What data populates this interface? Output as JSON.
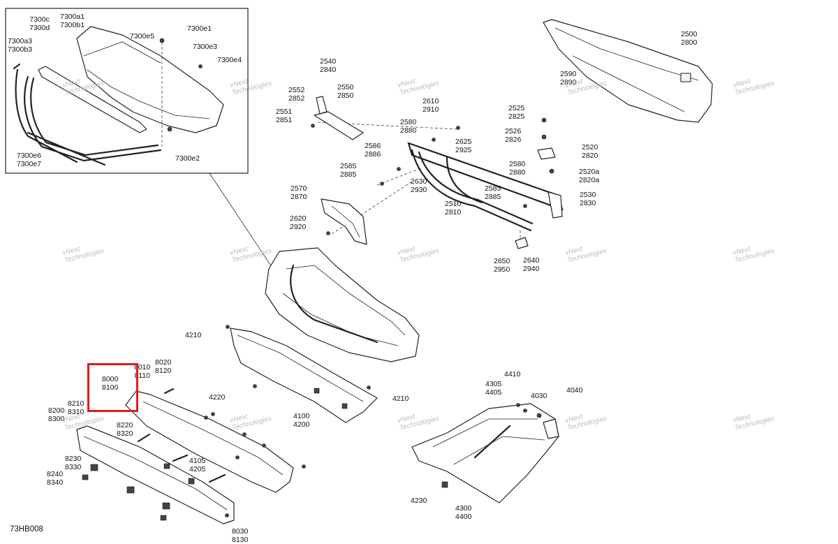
{
  "diagram_code": "73HB008",
  "callouts": [
    {
      "id": "c-7300c",
      "lines": [
        "7300c",
        "7300d"
      ]
    },
    {
      "id": "c-7300a1",
      "lines": [
        "7300a1",
        "7300b1"
      ]
    },
    {
      "id": "c-7300e5",
      "lines": [
        "7300e5"
      ]
    },
    {
      "id": "c-7300e1",
      "lines": [
        "7300e1"
      ]
    },
    {
      "id": "c-7300e3",
      "lines": [
        "7300e3"
      ]
    },
    {
      "id": "c-7300e4",
      "lines": [
        "7300e4"
      ]
    },
    {
      "id": "c-7300a3",
      "lines": [
        "7300a3",
        "7300b3"
      ]
    },
    {
      "id": "c-7300e6",
      "lines": [
        "7300e6",
        "7300e7"
      ]
    },
    {
      "id": "c-7300e2",
      "lines": [
        "7300e2"
      ]
    },
    {
      "id": "c-2540",
      "lines": [
        "2540",
        "2840"
      ]
    },
    {
      "id": "c-2552",
      "lines": [
        "2552",
        "2852"
      ]
    },
    {
      "id": "c-2550",
      "lines": [
        "2550",
        "2850"
      ]
    },
    {
      "id": "c-2551",
      "lines": [
        "2551",
        "2851"
      ]
    },
    {
      "id": "c-2610",
      "lines": [
        "2610",
        "2910"
      ]
    },
    {
      "id": "c-2580a",
      "lines": [
        "2580",
        "2880"
      ]
    },
    {
      "id": "c-2586",
      "lines": [
        "2586",
        "2886"
      ]
    },
    {
      "id": "c-2625",
      "lines": [
        "2625",
        "2925"
      ]
    },
    {
      "id": "c-2585a",
      "lines": [
        "2585",
        "2885"
      ]
    },
    {
      "id": "c-2630",
      "lines": [
        "2630",
        "2930"
      ]
    },
    {
      "id": "c-2570",
      "lines": [
        "2570",
        "2870"
      ]
    },
    {
      "id": "c-2510",
      "lines": [
        "2510",
        "2810"
      ]
    },
    {
      "id": "c-2585b",
      "lines": [
        "2585",
        "2885"
      ]
    },
    {
      "id": "c-2620",
      "lines": [
        "2620",
        "2920"
      ]
    },
    {
      "id": "c-2650",
      "lines": [
        "2650",
        "2950"
      ]
    },
    {
      "id": "c-2640",
      "lines": [
        "2640",
        "2940"
      ]
    },
    {
      "id": "c-2500",
      "lines": [
        "2500",
        "2800"
      ]
    },
    {
      "id": "c-2590",
      "lines": [
        "2590",
        "2890"
      ]
    },
    {
      "id": "c-2525",
      "lines": [
        "2525",
        "2825"
      ]
    },
    {
      "id": "c-2526",
      "lines": [
        "2526",
        "2826"
      ]
    },
    {
      "id": "c-2520",
      "lines": [
        "2520",
        "2820"
      ]
    },
    {
      "id": "c-2580b",
      "lines": [
        "2580",
        "2880"
      ]
    },
    {
      "id": "c-2520a",
      "lines": [
        "2520a",
        "2820a"
      ]
    },
    {
      "id": "c-2530",
      "lines": [
        "2530",
        "2830"
      ]
    },
    {
      "id": "c-4210a",
      "lines": [
        "4210"
      ]
    },
    {
      "id": "c-4220",
      "lines": [
        "4220"
      ]
    },
    {
      "id": "c-4210b",
      "lines": [
        "4210"
      ]
    },
    {
      "id": "c-4100",
      "lines": [
        "4100",
        "4200"
      ]
    },
    {
      "id": "c-8010",
      "lines": [
        "8010",
        "8110"
      ]
    },
    {
      "id": "c-8020",
      "lines": [
        "8020",
        "8120"
      ]
    },
    {
      "id": "c-8000",
      "lines": [
        "8000",
        "8100"
      ]
    },
    {
      "id": "c-8210",
      "lines": [
        "8210",
        "8310"
      ]
    },
    {
      "id": "c-8200",
      "lines": [
        "8200",
        "8300"
      ]
    },
    {
      "id": "c-8220",
      "lines": [
        "8220",
        "8320"
      ]
    },
    {
      "id": "c-4105",
      "lines": [
        "4105",
        "4205"
      ]
    },
    {
      "id": "c-8230",
      "lines": [
        "8230",
        "8330"
      ]
    },
    {
      "id": "c-8240",
      "lines": [
        "8240",
        "8340"
      ]
    },
    {
      "id": "c-8030",
      "lines": [
        "8030",
        "8130"
      ]
    },
    {
      "id": "c-4410",
      "lines": [
        "4410"
      ]
    },
    {
      "id": "c-4305",
      "lines": [
        "4305",
        "4405"
      ]
    },
    {
      "id": "c-4030",
      "lines": [
        "4030"
      ]
    },
    {
      "id": "c-4040",
      "lines": [
        "4040"
      ]
    },
    {
      "id": "c-4230",
      "lines": [
        "4230"
      ]
    },
    {
      "id": "c-4300",
      "lines": [
        "4300",
        "4400"
      ]
    }
  ],
  "watermark": {
    "line1": "vNext",
    "line2": "Technologies"
  }
}
